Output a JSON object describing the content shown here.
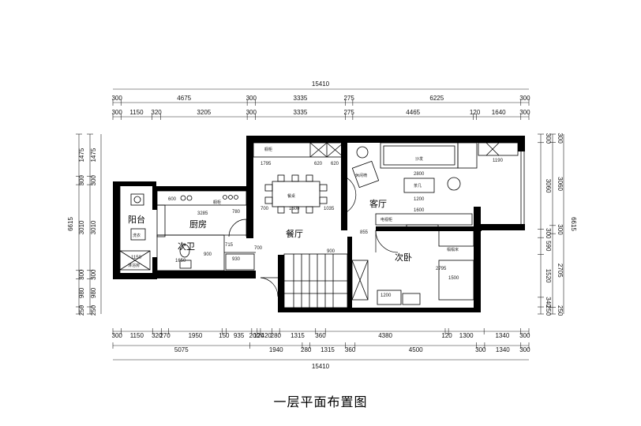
{
  "title": "一层平面布置图",
  "dimensions": {
    "top_total": "15410",
    "top_row1": [
      "300",
      "4675",
      "300",
      "3335",
      "275",
      "6225",
      "300"
    ],
    "top_row2": [
      "300",
      "1150",
      "320",
      "3205",
      "300",
      "3335",
      "275",
      "4465",
      "120",
      "1640",
      "300"
    ],
    "bottom_row1": [
      "300",
      "1150",
      "320",
      "270",
      "1950",
      "150",
      "935",
      "200",
      "120",
      "420",
      "280",
      "1315",
      "360",
      "4380",
      "120",
      "1300",
      "1340",
      "300"
    ],
    "bottom_row2": [
      "5075",
      "1940",
      "280",
      "1315",
      "360",
      "4500",
      "300",
      "1340",
      "300"
    ],
    "bottom_total": "15410",
    "left_outer": [
      "1475",
      "300",
      "3010",
      "300",
      "980",
      "250"
    ],
    "left_inner": [
      "1475",
      "300",
      "3010",
      "300",
      "980",
      "250"
    ],
    "left_total": "6615",
    "right_inner": [
      "300",
      "3060",
      "300",
      "590",
      "1520",
      "340",
      "250"
    ],
    "right_outer": [
      "300",
      "3060",
      "300",
      "2705",
      "250"
    ],
    "right_total": "6615"
  },
  "rooms": {
    "balcony": "阳台",
    "kitchen": "厨房",
    "bath": "次卫",
    "dining": "餐厅",
    "living": "客厅",
    "bedroom": "次卧"
  },
  "furniture": {
    "cabinet_a": "橱柜",
    "cabinet_b": "橱柜",
    "sofa": "沙发",
    "coffee_table": "茶几",
    "dining_table": "餐桌",
    "tv_cabinet": "电视柜",
    "leisure_chair": "休闲椅",
    "bed_cabinet": "榻榻米",
    "wash": "洗衣",
    "shower": "淋浴房"
  },
  "interior_dims": {
    "kitchen_len": "3285",
    "kitchen_600": "600",
    "kitchen_780": "780",
    "dining_700": "700",
    "dining_1600": "1600",
    "dining_1035": "1035",
    "cab_1795": "1795",
    "cab_620a": "620",
    "cab_620b": "620",
    "living_2800": "2800",
    "living_1200": "1200",
    "living_1190": "1190",
    "living_1600": "1600",
    "living_855": "855",
    "bath_1150": "1150",
    "bath_1650": "1650",
    "bath_900": "900",
    "bath_930": "930",
    "bath_715": "715",
    "bath_700": "700",
    "bed_1500": "1500",
    "bed_2795": "2795",
    "bed_1200": "1200",
    "stair_900": "900"
  }
}
